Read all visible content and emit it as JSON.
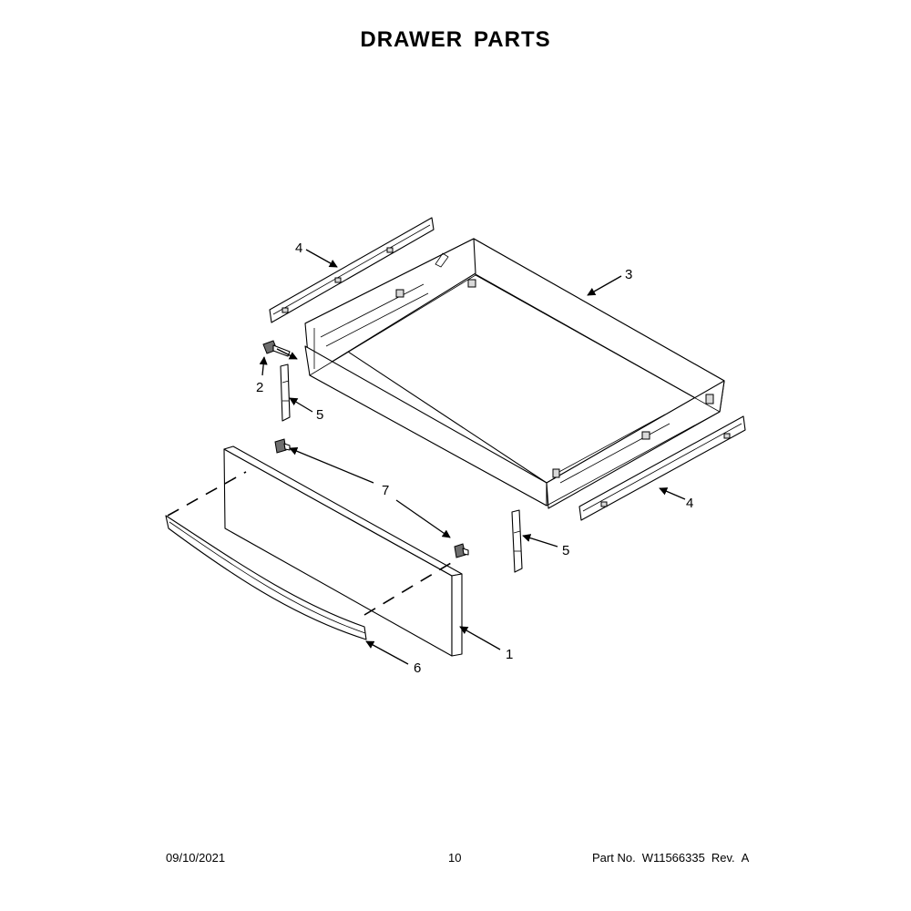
{
  "title": {
    "word1": "DRAWER",
    "word2": "PARTS"
  },
  "callouts": {
    "panel": "1",
    "screw": "2",
    "drawer": "3",
    "rail_left": "4",
    "rail_right": "4",
    "bracket_left": "5",
    "bracket_right": "5",
    "handle": "6",
    "stud": "7"
  },
  "footer": {
    "date": "09/10/2021",
    "page": "10",
    "part_label": "Part No.",
    "part_number": "W11566335",
    "rev_label": "Rev.",
    "rev_value": "A"
  }
}
